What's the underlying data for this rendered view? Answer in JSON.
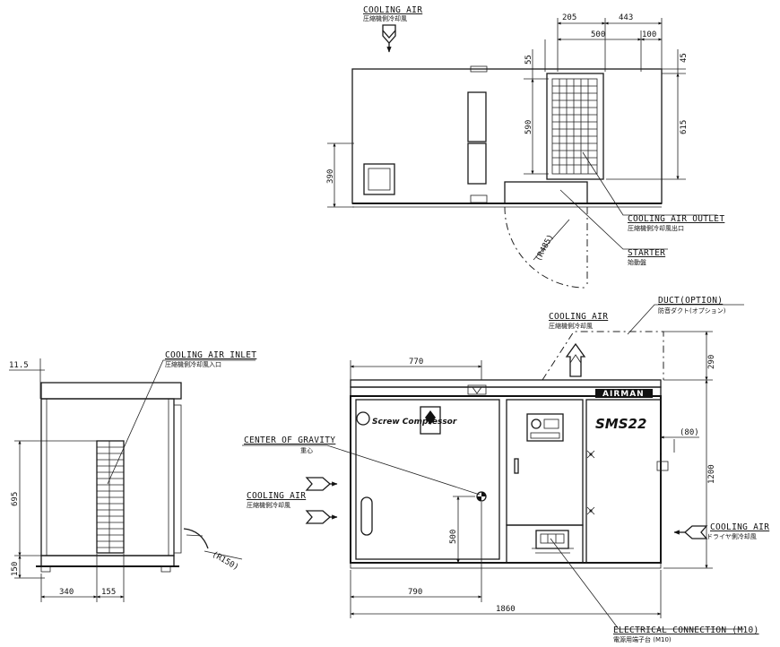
{
  "top_view": {
    "cooling_air_label": "COOLING AIR",
    "cooling_air_jp": "圧縮機側冷却風",
    "dims": {
      "d205": "205",
      "d443": "443",
      "d500": "500",
      "d100": "100",
      "d55": "55",
      "d45": "45",
      "d590": "590",
      "d615": "615",
      "d390": "390",
      "r485": "(R485)"
    },
    "outlet_label": "COOLING AIR OUTLET",
    "outlet_jp": "圧縮機側冷却風出口",
    "starter_label": "STARTER",
    "starter_jp": "始動盤"
  },
  "side_view": {
    "inlet_label": "COOLING AIR INLET",
    "inlet_jp": "圧縮機側冷却風入口",
    "dims": {
      "d11_5": "11.5",
      "d695": "695",
      "d150": "150",
      "d340": "340",
      "d155": "155",
      "r150": "(R150)"
    }
  },
  "front_view": {
    "duct_label": "DUCT(OPTION)",
    "duct_jp": "防音ダクト(オプション)",
    "cooling_air_top_label": "COOLING AIR",
    "cooling_air_top_jp": "圧縮機側冷却風",
    "cog_label": "CENTER OF GRAVITY",
    "cog_jp": "重心",
    "cooling_air_left_label": "COOLING AIR",
    "cooling_air_left_jp": "圧縮機側冷却風",
    "cooling_air_right_label": "COOLING AIR",
    "cooling_air_right_jp": "ドライヤ側冷却風",
    "elec_label": "ELECTRICAL CONNECTION (M10)",
    "elec_jp": "電源用端子台 (M10)",
    "brand_airman": "AIRMAN",
    "brand_hokuetsu": "Screw Compressor",
    "model": "SMS22",
    "dims": {
      "d770": "770",
      "d290": "290",
      "d80": "(80)",
      "d1200": "1200",
      "d500": "500",
      "d790": "790",
      "d1860": "1860"
    }
  }
}
